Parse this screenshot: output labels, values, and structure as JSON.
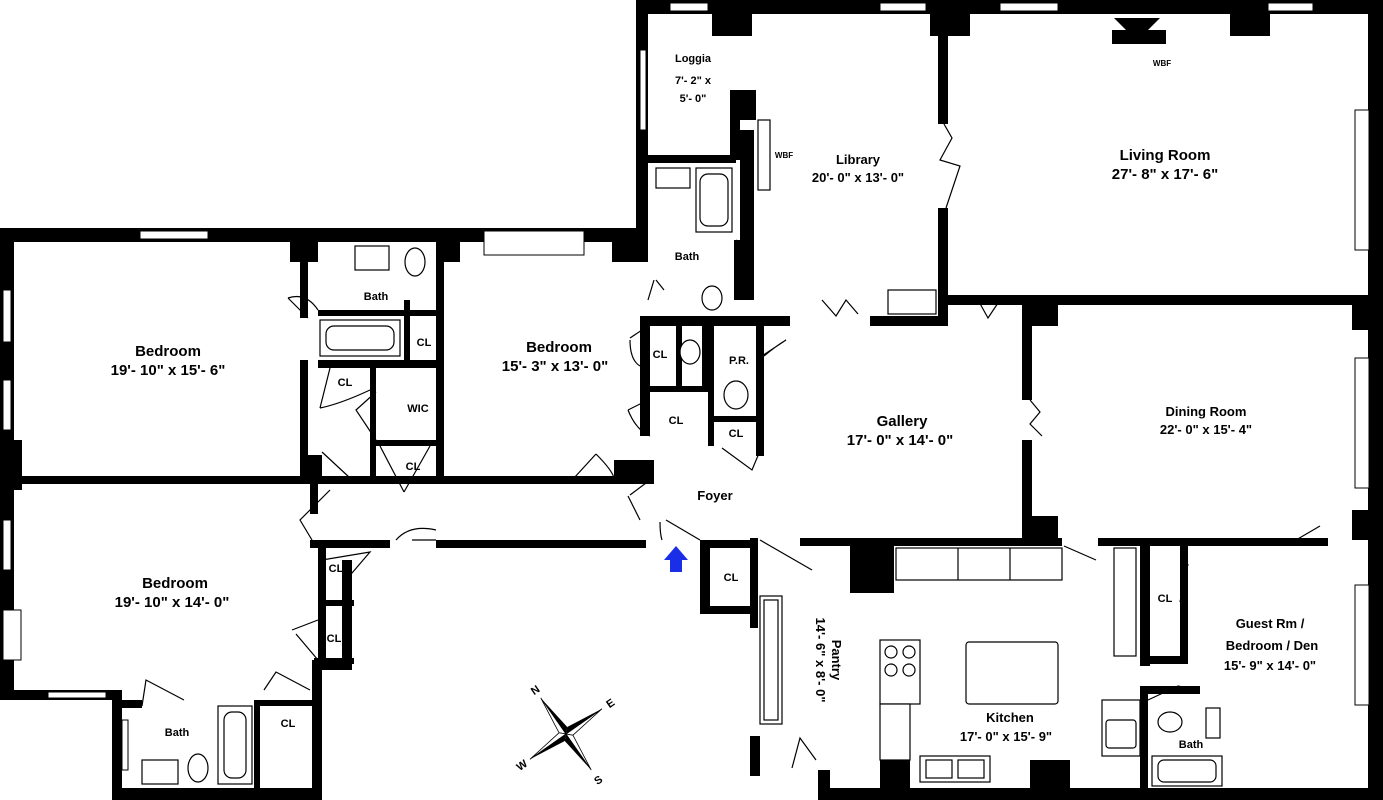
{
  "rooms": {
    "loggia": {
      "name": "Loggia",
      "dim1": "7'- 2\" x",
      "dim2": "5'- 0\""
    },
    "library": {
      "name": "Library",
      "dim": "20'- 0\" x 13'- 0\""
    },
    "living": {
      "name": "Living Room",
      "dim": "27'- 8\" x 17'- 6\""
    },
    "bedroom1": {
      "name": "Bedroom",
      "dim": "19'- 10\" x 15'- 6\""
    },
    "bedroom2": {
      "name": "Bedroom",
      "dim": "15'- 3\" x 13'- 0\""
    },
    "bedroom3": {
      "name": "Bedroom",
      "dim": "19'- 10\" x 14'- 0\""
    },
    "gallery": {
      "name": "Gallery",
      "dim": "17'- 0\" x 14'- 0\""
    },
    "dining": {
      "name": "Dining Room",
      "dim": "22'- 0\" x 15'- 4\""
    },
    "foyer": {
      "name": "Foyer"
    },
    "pantry": {
      "name": "Pantry",
      "dim": "14'- 6\" x 8'- 0\""
    },
    "kitchen": {
      "name": "Kitchen",
      "dim": "17'- 0\" x 15'- 9\""
    },
    "guest": {
      "line1": "Guest Rm /",
      "line2": "Bedroom  / Den",
      "dim": "15'- 9\" x 14'- 0\""
    }
  },
  "small_labels": {
    "bath": "Bath",
    "closet": "CL",
    "wic": "WIC",
    "powder": "P.R.",
    "wbf": "WBF"
  },
  "compass": {
    "n": "N",
    "s": "S",
    "e": "E",
    "w": "W"
  },
  "colors": {
    "wall": "#000000",
    "entry_arrow": "#1a2ee8"
  }
}
